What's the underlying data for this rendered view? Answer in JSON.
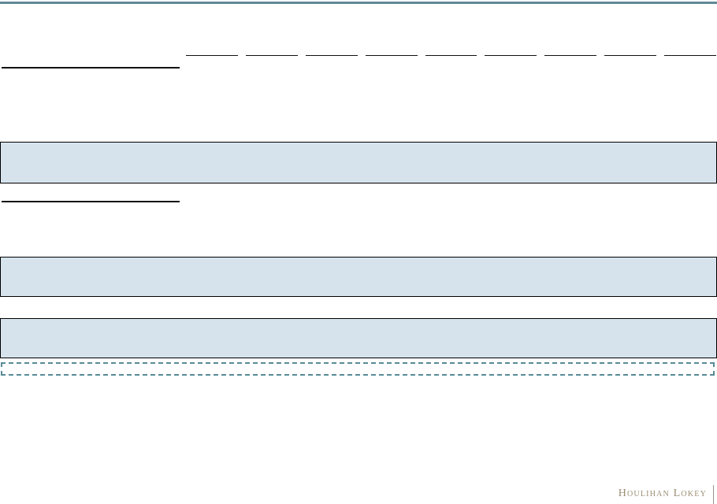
{
  "page": {
    "background_color": "#ffffff",
    "accent_bar_color": "#5f8a97"
  },
  "table_template": {
    "column_rule_count": 9,
    "rule_color": "#111111",
    "highlight_row_count": 3,
    "highlight_fill": "#d6e3ed",
    "highlight_border": "#000000"
  },
  "footnote_box": {
    "border_color": "#578b96",
    "border_style": "dashed"
  },
  "footer": {
    "logo_text": "Houlihan Lokey",
    "logo_color": "#9c8e75",
    "divider_color": "#9b948a"
  }
}
